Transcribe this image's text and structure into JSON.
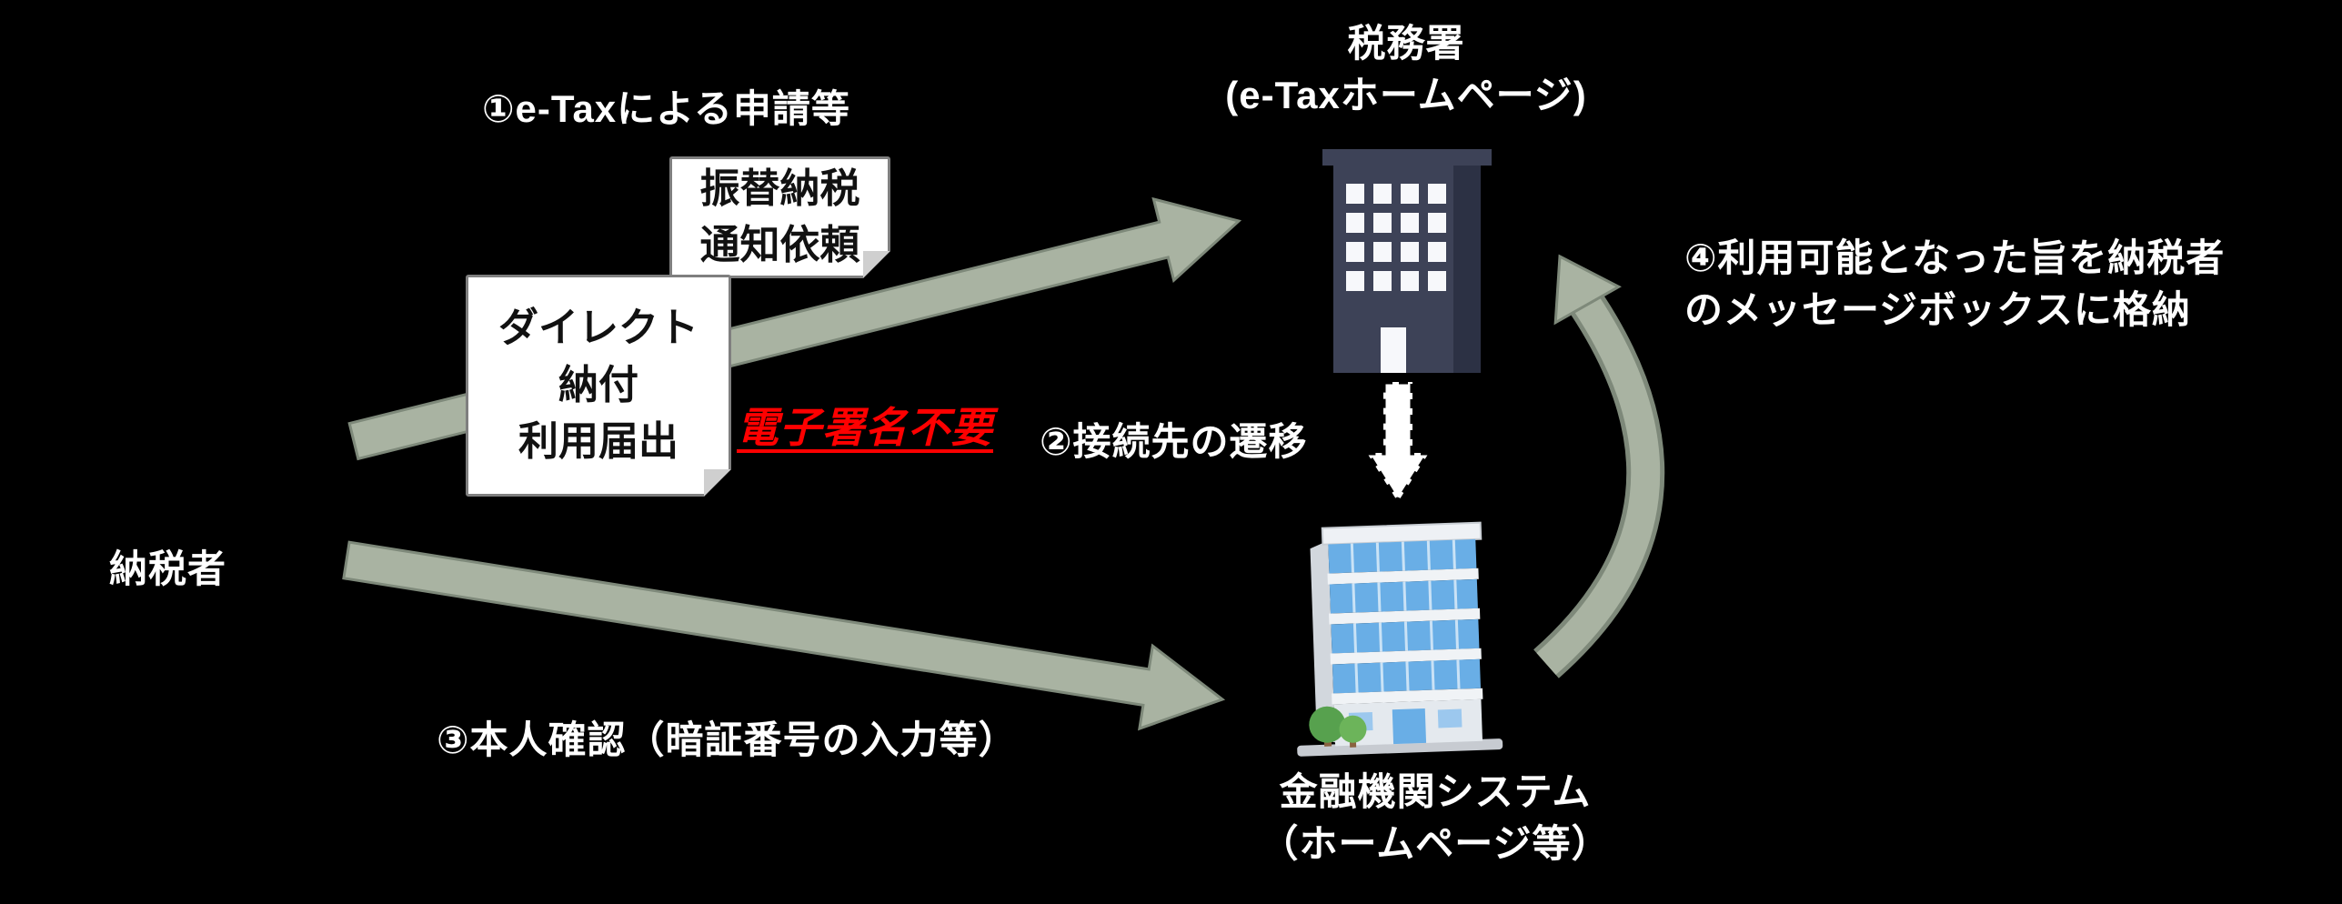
{
  "labels": {
    "step1": "①e-Taxによる申請等",
    "step2": "②接続先の遷移",
    "step3": "③本人確認（暗証番号の入力等）",
    "step4": {
      "lines": [
        "④利用可能となった旨を納税者",
        "のメッセージボックスに格納"
      ]
    },
    "taxpayer": "納税者",
    "no_esignature": "電子署名不要"
  },
  "nodes": {
    "tax_office": {
      "lines": [
        "税務署",
        "(e-Taxホームページ)"
      ],
      "icon": "office-building-icon"
    },
    "bank": {
      "lines": [
        "金融機関システム",
        "（ホームページ等）"
      ],
      "icon": "bank-building-icon"
    }
  },
  "notes": {
    "furikae": {
      "lines": [
        "振替納税",
        "通知依頼"
      ]
    },
    "direct": {
      "lines": [
        "ダイレクト",
        "納付",
        "利用届出"
      ]
    }
  },
  "icons": {
    "tax_office": "office-building-icon",
    "bank": "bank-building-icon",
    "application_arrow": "application-arrow-icon",
    "identity_arrow": "identity-check-arrow-icon",
    "transition_arrow": "connection-transition-arrow-icon",
    "return_arrow": "result-return-arrow-icon"
  },
  "colors": {
    "background": "#000000",
    "arrow_fill": "#a9b3a2",
    "arrow_outline": "#7e897a",
    "highlight_red": "#ff0000",
    "note_background": "#ffffff",
    "tax_building_body": "#3d4257",
    "bank_glass_blue": "#69aee6",
    "tree_green": "#57a14e",
    "text_white": "#ffffff",
    "text_black": "#111111"
  }
}
